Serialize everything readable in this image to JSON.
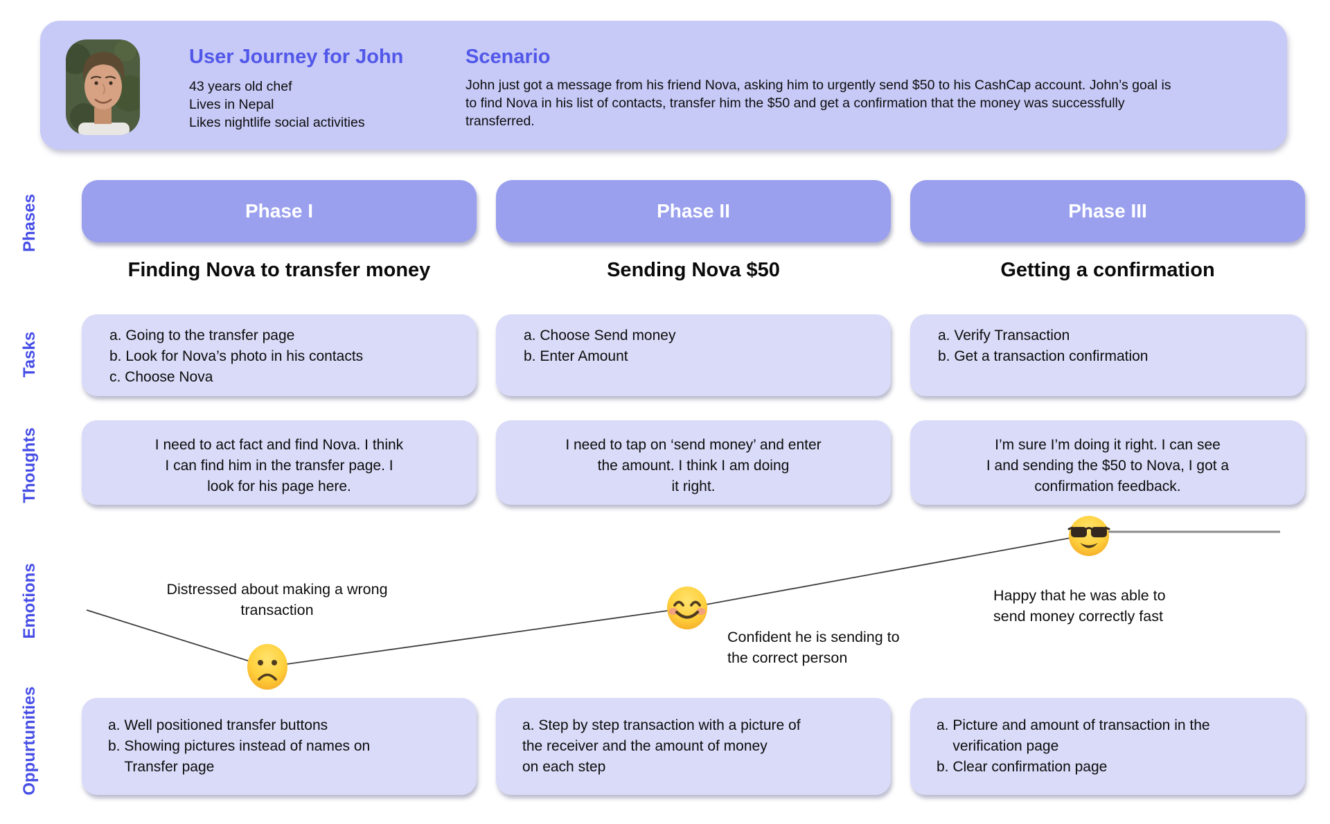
{
  "header": {
    "title": "User Journey for John",
    "persona_details": "43 years old chef\nLives in Nepal\nLikes nightlife social activities",
    "scenario_title": "Scenario",
    "scenario_text": "John just got a message from his friend Nova, asking him to urgently send $50 to his CashCap account. John’s goal is\nto find Nova in his list of contacts, transfer him the $50 and get a confirmation that the money was successfully\ntransferred."
  },
  "row_labels": {
    "phases": "Phases",
    "tasks": "Tasks",
    "thoughts": "Thoughts",
    "emotions": "Emotions",
    "opportunities": "Oppurtunities"
  },
  "phases": [
    {
      "label": "Phase I",
      "subtitle": "Finding Nova to transfer money",
      "tasks": "a. Going to the transfer page\nb. Look for Nova’s photo in his contacts\nc. Choose Nova",
      "thoughts": "I need to act fact and find Nova. I think\nI can find him in the transfer page. I\nlook for his page here.",
      "opportunities": "a. Well positioned transfer buttons\nb. Showing pictures instead of names on\n    Transfer page"
    },
    {
      "label": "Phase II",
      "subtitle": "Sending Nova $50",
      "tasks": "a. Choose Send money\nb. Enter Amount",
      "thoughts": "I need to tap on ‘send money’ and enter\nthe amount. I think I am doing\nit right.",
      "opportunities": "a. Step by step transaction with a picture of\nthe receiver and the amount of money\non each step"
    },
    {
      "label": "Phase III",
      "subtitle": "Getting a confirmation",
      "tasks": "a. Verify Transaction\nb. Get a transaction confirmation",
      "thoughts": "I’m sure I’m doing it right. I can see\nI and sending the $50 to Nova, I got a\nconfirmation feedback.",
      "opportunities": "a. Picture and amount of transaction in the\n    verification page\nb. Clear confirmation page"
    }
  ],
  "emotions": [
    {
      "icon": "frowning-face",
      "label": "Distressed about making a wrong\ntransaction"
    },
    {
      "icon": "smiling-face",
      "label": "Confident he is sending to\nthe correct person"
    },
    {
      "icon": "cool-sunglasses-face",
      "label": "Happy that he was able to\nsend money correctly fast"
    }
  ],
  "colors": {
    "banner_bg": "#c7c9f7",
    "phase_pill_bg": "#9aa0ee",
    "box_bg": "#d9dbf8",
    "accent_purple": "#5157e8",
    "row_label_blue": "#474ee6",
    "emoji_yellow": "#ffd03c",
    "curve_line": "#3c3c3c"
  }
}
